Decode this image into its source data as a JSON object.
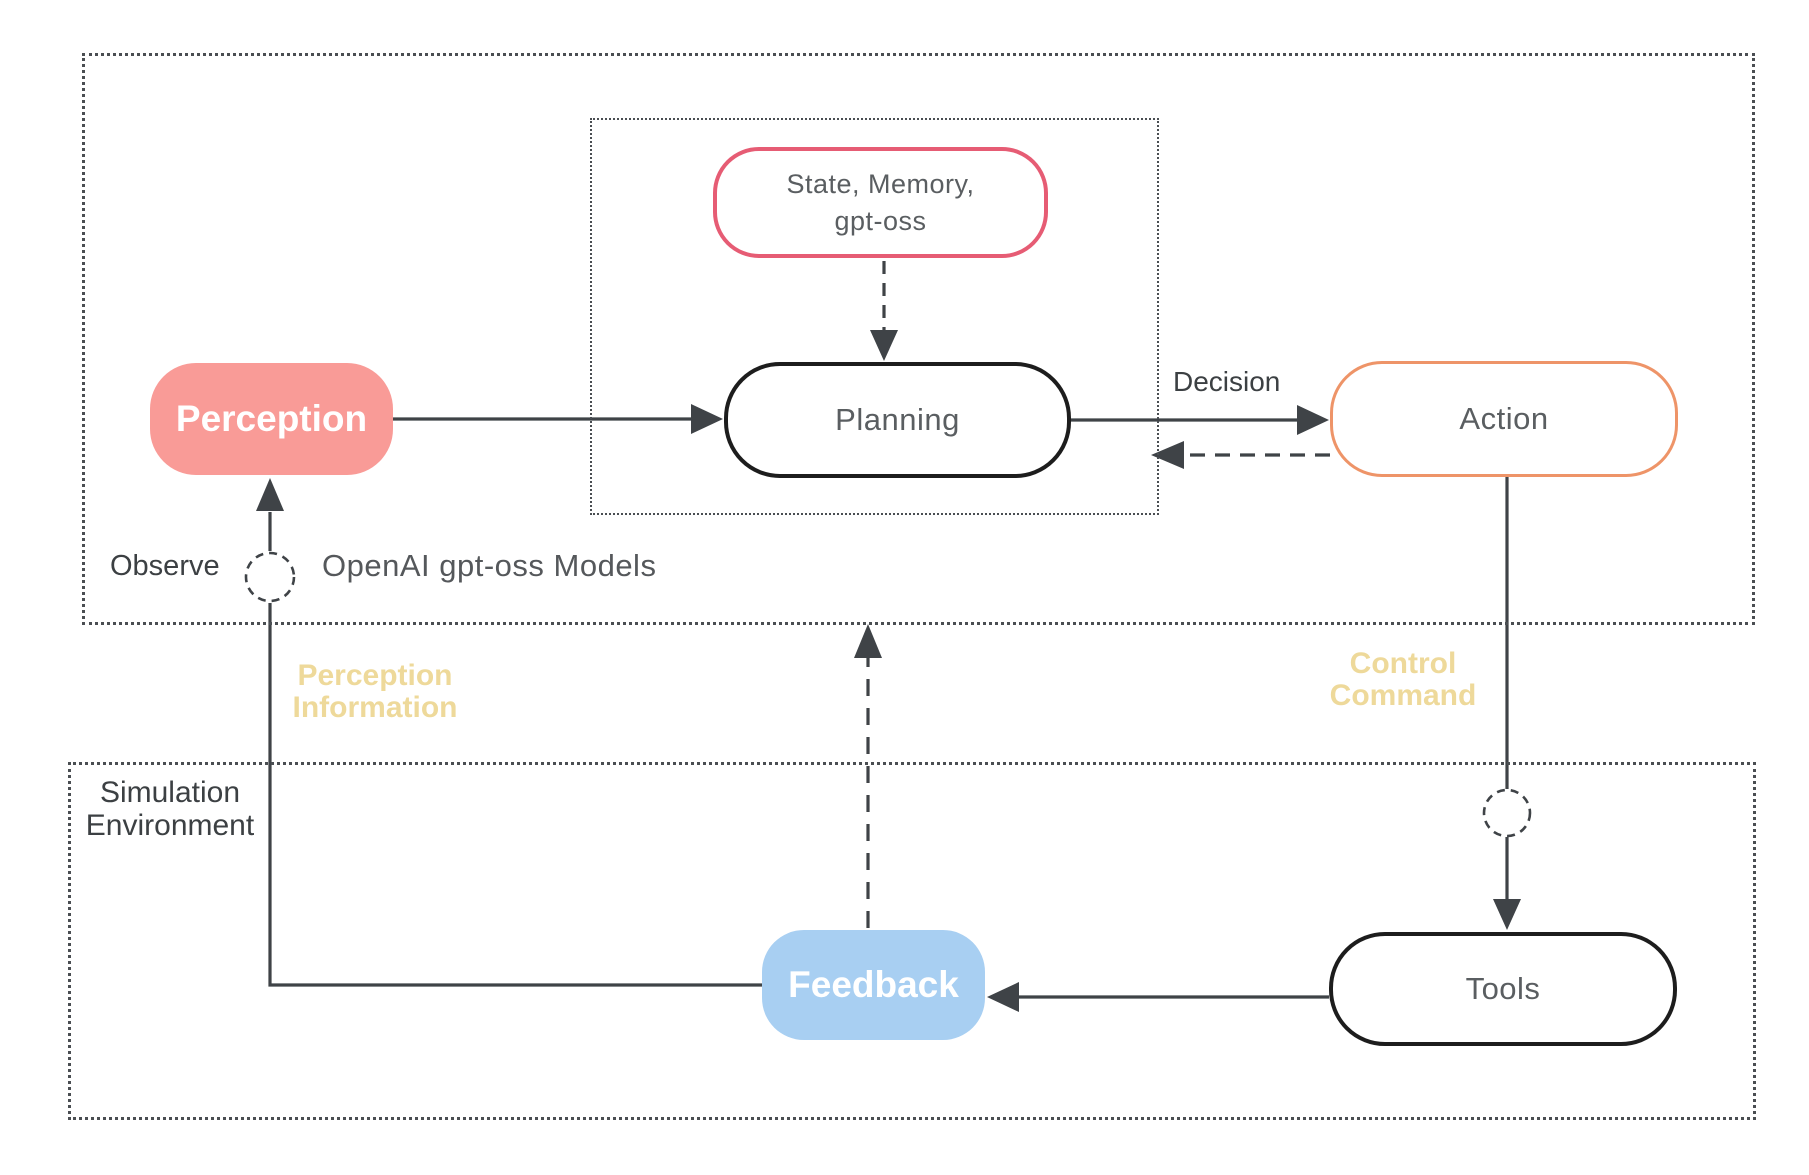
{
  "diagram": {
    "title_hint": "agent loop diagram",
    "nodes": {
      "state_memory": {
        "line1": "State, Memory,",
        "line2": "gpt-oss",
        "border_color": "#e65c74"
      },
      "perception": {
        "label": "Perception",
        "fill": "#f99b97"
      },
      "planning": {
        "label": "Planning"
      },
      "action": {
        "label": "Action",
        "border_color": "#ee9468"
      },
      "feedback": {
        "label": "Feedback",
        "fill": "#a8cff2"
      },
      "tools": {
        "label": "Tools"
      }
    },
    "edge_labels": {
      "decision": "Decision",
      "observe": "Observe",
      "openai_models": "OpenAI gpt-oss Models",
      "perception_info_line1": "Perception",
      "perception_info_line2": "Information",
      "control_cmd_line1": "Control",
      "control_cmd_line2": "Command"
    },
    "containers": {
      "simulation_line1": "Simulation",
      "simulation_line2": "Environment"
    },
    "colors": {
      "line": "#3f4347",
      "dotted_border": "#4a4e52",
      "node_text": "#5a5e61",
      "yellow_text": "#eed99a",
      "perception_fill": "#f99b97",
      "feedback_fill": "#a8cff2",
      "state_memory_border": "#e65c74",
      "action_border": "#ee9468"
    }
  }
}
